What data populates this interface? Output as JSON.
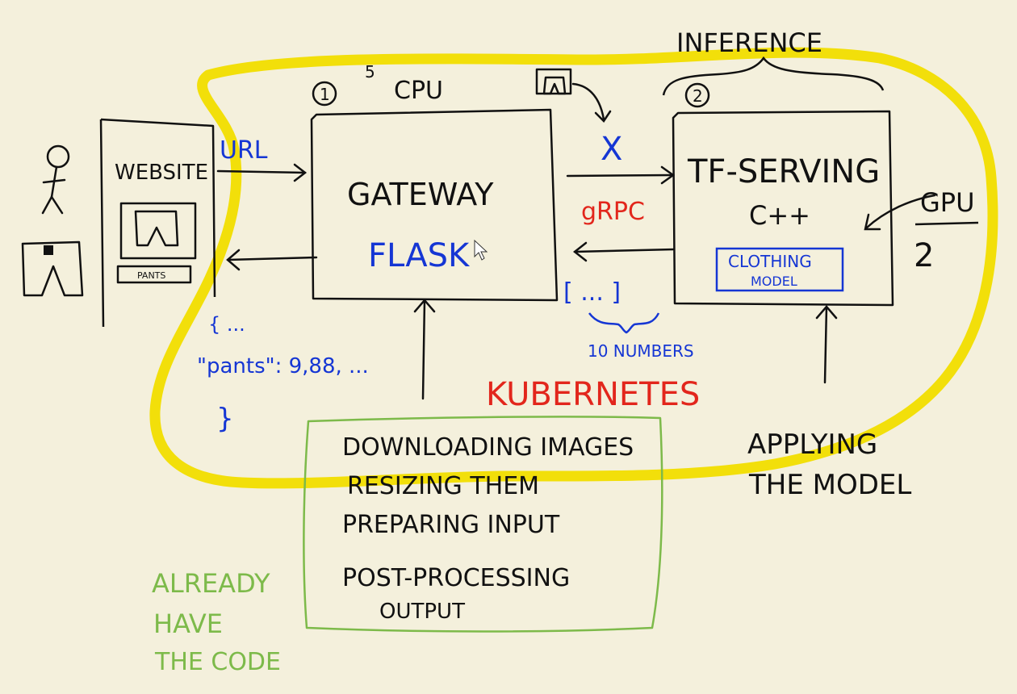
{
  "labels": {
    "inference": "INFERENCE",
    "cpu": "CPU",
    "cpu_mark": "5",
    "step1": "1",
    "step2": "2",
    "website": "WEBSITE",
    "pants_label": "PANTS",
    "url": "URL",
    "gateway": "GATEWAY",
    "flask": "FLASK",
    "x": "X",
    "grpc": "gRPC",
    "tf_serving": "TF-SERVING",
    "cpp": "C++",
    "gpu": "GPU",
    "gpu_count": "2",
    "clothing_model_line1": "CLOTHING",
    "clothing_model_line2": "MODEL",
    "ten_numbers_bracket": "[ ... ]",
    "ten_numbers": "10 NUMBERS",
    "kubernetes": "KUBERNETES",
    "json_open": "{ ...",
    "json_pants": "\"pants\": 9,88, ...",
    "json_close": "}",
    "gateway_tasks": [
      "DOWNLOADING IMAGES",
      "RESIZING THEM",
      "PREPARING INPUT",
      "POST-PROCESSING",
      "OUTPUT"
    ],
    "applying_line1": "APPLYING",
    "applying_line2": "THE MODEL",
    "already_line1": "ALREADY",
    "already_line2": "HAVE",
    "already_line3": "THE CODE"
  },
  "colors": {
    "background": "#f4f0dc",
    "ink": "#111111",
    "blue": "#1536d4",
    "red": "#e2261c",
    "green": "#7dba4a",
    "yellow": "#f2df0a"
  }
}
